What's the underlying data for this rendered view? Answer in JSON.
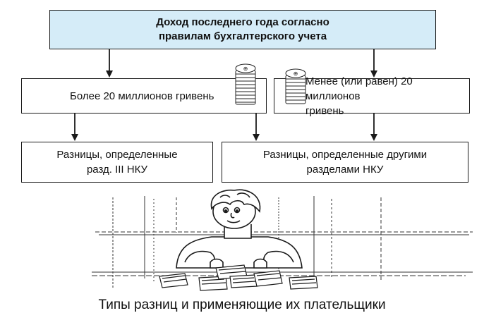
{
  "diagram": {
    "top_box": {
      "text": "Доход последнего года согласно\nправилам бухгалтерского учета",
      "fill": "#d5ecf8"
    },
    "left_mid_box": {
      "text": "Более 20 миллионов гривень"
    },
    "right_mid_box": {
      "text": "Менее (или равен) 20 миллионов\nгривень"
    },
    "left_bottom_box": {
      "text": "Разницы, определенные\nразд. III НКУ"
    },
    "right_bottom_box": {
      "text": "Разницы, определенные другими\nразделами НКУ"
    },
    "caption": "Типы разниц и применяющие их плательщики",
    "line_color": "#1a1a1a",
    "illustration": {
      "icons": [
        "coin-stack-icon",
        "coin-stack-icon",
        "person-counting-money-icon",
        "money-bundle-icon"
      ]
    }
  }
}
